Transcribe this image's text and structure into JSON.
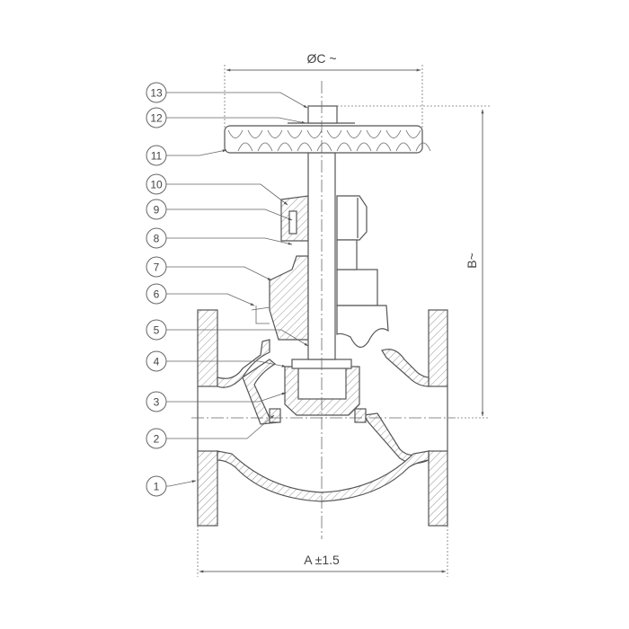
{
  "dimensions": {
    "handwheel_diameter": "ØC ~",
    "height": "B~",
    "face_to_face": "A ±1.5"
  },
  "callouts": [
    "1",
    "2",
    "3",
    "4",
    "5",
    "6",
    "7",
    "8",
    "9",
    "10",
    "11",
    "12",
    "13"
  ],
  "colors": {
    "line": "#555555",
    "background": "#ffffff"
  }
}
